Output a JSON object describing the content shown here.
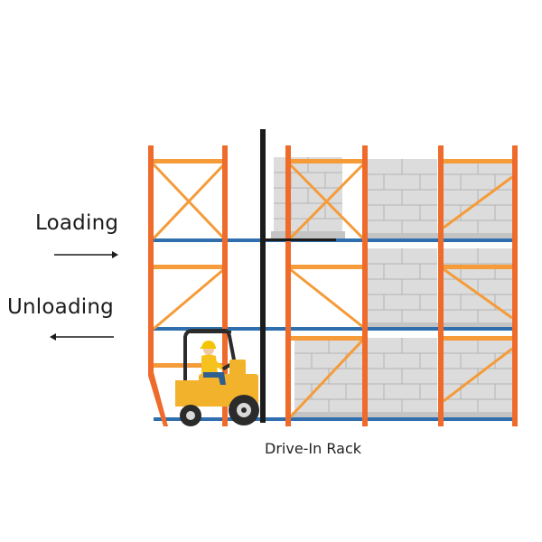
{
  "labels": {
    "loading": "Loading",
    "unloading": "Unloading",
    "caption": "Drive-In Rack"
  },
  "icons": {
    "loading_arrow": "arrow-right-icon",
    "unloading_arrow": "arrow-left-icon",
    "forklift": "forklift-icon",
    "operator": "worker-icon"
  },
  "colors": {
    "upright": "#ee6b2b",
    "brace": "#f59b39",
    "beam": "#2f6fae",
    "box_fill": "#dcdcdc",
    "box_lines": "#b3b3b3",
    "pallet": "#c4c4c4",
    "mast": "#1c1c1c",
    "forklift_body": "#f2b22c",
    "forklift_dark": "#2b2b2b",
    "wheel_hub": "#d9d9d9",
    "helmet": "#f4c400",
    "worker_shirt": "#f6c21d",
    "worker_pants": "#2f5f8f",
    "arrow": "#1b1b1b"
  }
}
